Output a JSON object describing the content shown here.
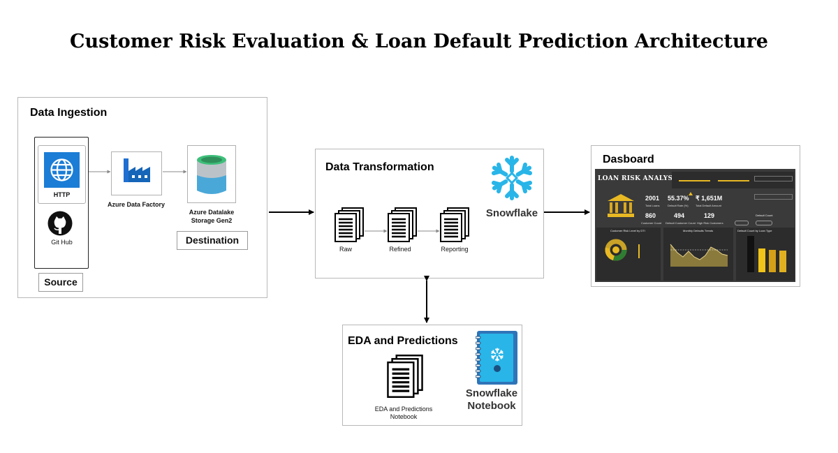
{
  "title": "Customer Risk Evaluation & Loan Default Prediction Architecture",
  "ingestion": {
    "title": "Data Ingestion",
    "http_label": "HTTP",
    "github_label": "Git Hub",
    "source_label": "Source",
    "adf_label": "Azure Data Factory",
    "datalake_line1": "Azure Datalake",
    "datalake_line2": "Storage Gen2",
    "destination_label": "Destination"
  },
  "transformation": {
    "title": "Data Transformation",
    "layers": [
      "Raw",
      "Refined",
      "Reporting"
    ],
    "snowflake_label": "Snowflake"
  },
  "dashboard": {
    "title": "Dasboard",
    "report_title": "LOAN RISK ANALYSIS",
    "kpis": [
      {
        "value": "2001",
        "label": "Total Loans"
      },
      {
        "value": "55.37%",
        "label": "Default Rate (%)"
      },
      {
        "value": "₹ 1,651M",
        "label": "Total Default Amount"
      },
      {
        "value": "860",
        "label": "Customer Count"
      },
      {
        "value": "494",
        "label": "Default Customer Count"
      },
      {
        "value": "129",
        "label": "High Risk Customers"
      }
    ],
    "donut_title": "Customer Risk Level by DTI",
    "trend_title": "Monthly Defaults Trends",
    "bar_title": "Default Count by Loan Type",
    "default_count_title": "Default Count"
  },
  "eda": {
    "title": "EDA and Predictions",
    "notebook_line1": "EDA and Predictions",
    "notebook_line2": "Notebook",
    "sf_notebook_line1": "Snowflake",
    "sf_notebook_line2": "Notebook"
  },
  "colors": {
    "panel_border": "#b8b8b8",
    "azure_blue": "#1b7dd6",
    "snowflake_blue": "#29b5e8",
    "datalake_green": "#3dbf7a",
    "datalake_blue": "#4aa8d8",
    "dashboard_bg": "#3a3a3a",
    "gold": "#e8b923"
  }
}
